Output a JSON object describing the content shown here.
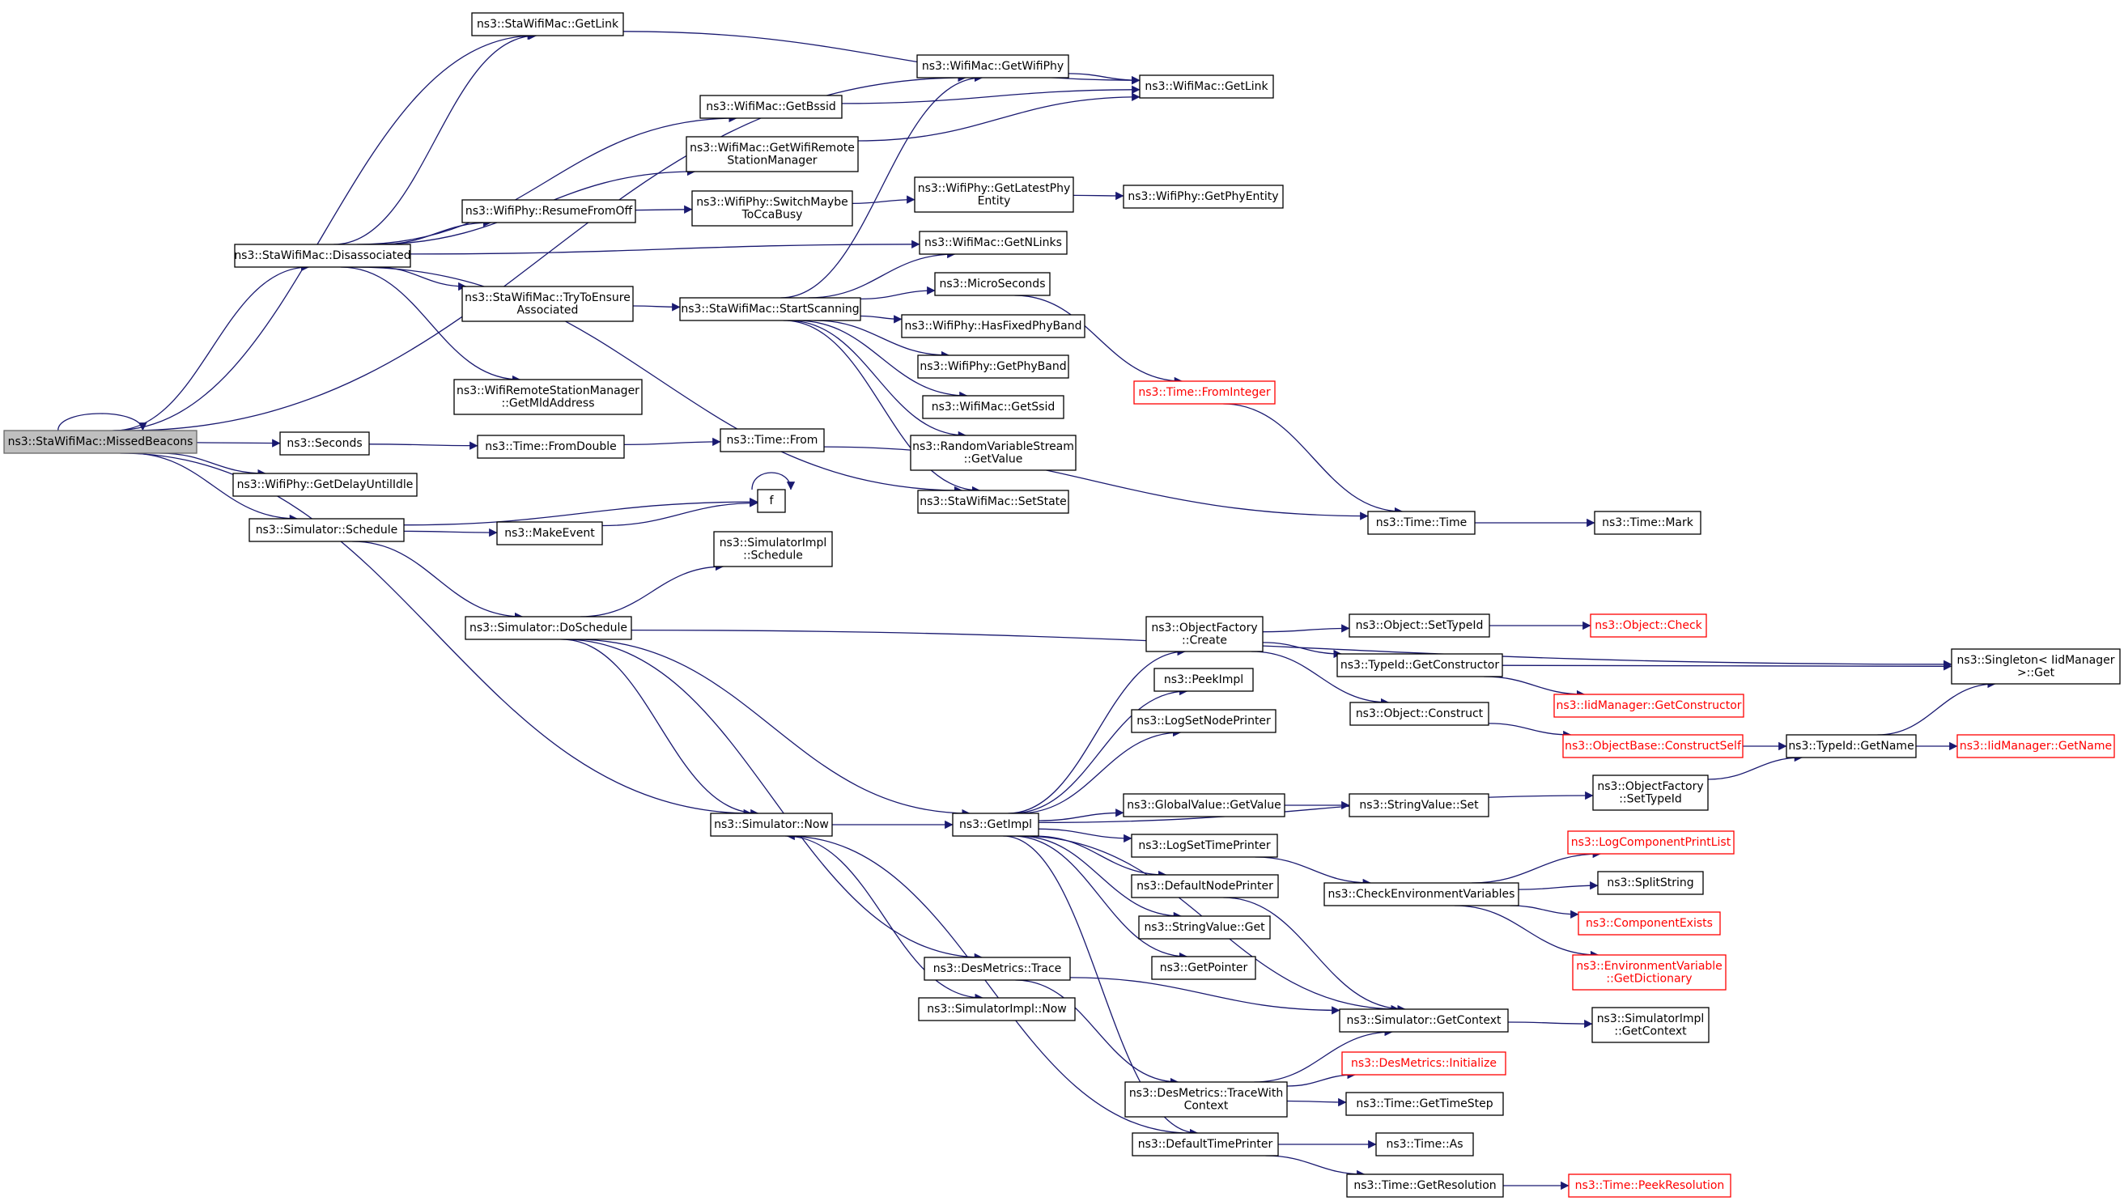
{
  "graph": {
    "nodes": [
      {
        "id": "missed",
        "lines": [
          "ns3::StaWifiMac::MissedBeacons"
        ],
        "root": true
      },
      {
        "id": "getlink_sta",
        "lines": [
          "ns3::StaWifiMac::GetLink"
        ]
      },
      {
        "id": "getwifiphy",
        "lines": [
          "ns3::WifiMac::GetWifiPhy"
        ]
      },
      {
        "id": "getlink_wm",
        "lines": [
          "ns3::WifiMac::GetLink"
        ]
      },
      {
        "id": "getbssid",
        "lines": [
          "ns3::WifiMac::GetBssid"
        ]
      },
      {
        "id": "getwrsm",
        "lines": [
          "ns3::WifiMac::GetWifiRemote",
          "StationManager"
        ]
      },
      {
        "id": "resume",
        "lines": [
          "ns3::WifiPhy::ResumeFromOff"
        ]
      },
      {
        "id": "switchmaybe",
        "lines": [
          "ns3::WifiPhy::SwitchMaybe",
          "ToCcaBusy"
        ]
      },
      {
        "id": "getlatest",
        "lines": [
          "ns3::WifiPhy::GetLatestPhy",
          "Entity"
        ]
      },
      {
        "id": "getphyentity",
        "lines": [
          "ns3::WifiPhy::GetPhyEntity"
        ]
      },
      {
        "id": "disassoc",
        "lines": [
          "ns3::StaWifiMac::Disassociated"
        ]
      },
      {
        "id": "getnlinks",
        "lines": [
          "ns3::WifiMac::GetNLinks"
        ]
      },
      {
        "id": "tryensure",
        "lines": [
          "ns3::StaWifiMac::TryToEnsure",
          "Associated"
        ]
      },
      {
        "id": "startscan",
        "lines": [
          "ns3::StaWifiMac::StartScanning"
        ]
      },
      {
        "id": "micro",
        "lines": [
          "ns3::MicroSeconds"
        ]
      },
      {
        "id": "hasfixed",
        "lines": [
          "ns3::WifiPhy::HasFixedPhyBand"
        ]
      },
      {
        "id": "getphyband",
        "lines": [
          "ns3::WifiPhy::GetPhyBand"
        ]
      },
      {
        "id": "getssid",
        "lines": [
          "ns3::WifiMac::GetSsid"
        ]
      },
      {
        "id": "rvsgetvalue",
        "lines": [
          "ns3::RandomVariableStream",
          "::GetValue"
        ]
      },
      {
        "id": "setstate",
        "lines": [
          "ns3::StaWifiMac::SetState"
        ]
      },
      {
        "id": "getmld",
        "lines": [
          "ns3::WifiRemoteStationManager",
          "::GetMldAddress"
        ]
      },
      {
        "id": "fromint",
        "lines": [
          "ns3::Time::FromInteger"
        ],
        "truncated": true
      },
      {
        "id": "seconds",
        "lines": [
          "ns3::Seconds"
        ]
      },
      {
        "id": "fromdouble",
        "lines": [
          "ns3::Time::FromDouble"
        ]
      },
      {
        "id": "timefrom",
        "lines": [
          "ns3::Time::From"
        ]
      },
      {
        "id": "getdelay",
        "lines": [
          "ns3::WifiPhy::GetDelayUntilIdle"
        ]
      },
      {
        "id": "f",
        "lines": [
          "f"
        ]
      },
      {
        "id": "simsched",
        "lines": [
          "ns3::Simulator::Schedule"
        ]
      },
      {
        "id": "makeevent",
        "lines": [
          "ns3::MakeEvent"
        ]
      },
      {
        "id": "timetime",
        "lines": [
          "ns3::Time::Time"
        ]
      },
      {
        "id": "timemark",
        "lines": [
          "ns3::Time::Mark"
        ]
      },
      {
        "id": "simimplsched",
        "lines": [
          "ns3::SimulatorImpl",
          "::Schedule"
        ]
      },
      {
        "id": "doschedule",
        "lines": [
          "ns3::Simulator::DoSchedule"
        ]
      },
      {
        "id": "objfactcreate",
        "lines": [
          "ns3::ObjectFactory",
          "::Create"
        ]
      },
      {
        "id": "settypeid",
        "lines": [
          "ns3::Object::SetTypeId"
        ]
      },
      {
        "id": "objcheck",
        "lines": [
          "ns3::Object::Check"
        ],
        "truncated": true
      },
      {
        "id": "singleton",
        "lines": [
          "ns3::Singleton< IidManager",
          ">::Get"
        ]
      },
      {
        "id": "peekimpl",
        "lines": [
          "ns3::PeekImpl"
        ]
      },
      {
        "id": "getconstructor",
        "lines": [
          "ns3::TypeId::GetConstructor"
        ]
      },
      {
        "id": "iidgetctor",
        "lines": [
          "ns3::IidManager::GetConstructor"
        ],
        "truncated": true
      },
      {
        "id": "logsetnode",
        "lines": [
          "ns3::LogSetNodePrinter"
        ]
      },
      {
        "id": "objconstruct",
        "lines": [
          "ns3::Object::Construct"
        ]
      },
      {
        "id": "constructself",
        "lines": [
          "ns3::ObjectBase::ConstructSelf"
        ],
        "truncated": true
      },
      {
        "id": "tidgetname",
        "lines": [
          "ns3::TypeId::GetName"
        ]
      },
      {
        "id": "iidgetname",
        "lines": [
          "ns3::IidManager::GetName"
        ],
        "truncated": true
      },
      {
        "id": "ofsettypeid",
        "lines": [
          "ns3::ObjectFactory",
          "::SetTypeId"
        ]
      },
      {
        "id": "simnow",
        "lines": [
          "ns3::Simulator::Now"
        ]
      },
      {
        "id": "getimpl",
        "lines": [
          "ns3::GetImpl"
        ]
      },
      {
        "id": "gvgetvalue",
        "lines": [
          "ns3::GlobalValue::GetValue"
        ]
      },
      {
        "id": "svset",
        "lines": [
          "ns3::StringValue::Set"
        ]
      },
      {
        "id": "logsettime",
        "lines": [
          "ns3::LogSetTimePrinter"
        ]
      },
      {
        "id": "logcomplist",
        "lines": [
          "ns3::LogComponentPrintList"
        ],
        "truncated": true
      },
      {
        "id": "defnodeprinter",
        "lines": [
          "ns3::DefaultNodePrinter"
        ]
      },
      {
        "id": "checkenv",
        "lines": [
          "ns3::CheckEnvironmentVariables"
        ]
      },
      {
        "id": "splitstring",
        "lines": [
          "ns3::SplitString"
        ]
      },
      {
        "id": "svget",
        "lines": [
          "ns3::StringValue::Get"
        ]
      },
      {
        "id": "compexists",
        "lines": [
          "ns3::ComponentExists"
        ],
        "truncated": true
      },
      {
        "id": "getpointer",
        "lines": [
          "ns3::GetPointer"
        ]
      },
      {
        "id": "envgetdict",
        "lines": [
          "ns3::EnvironmentVariable",
          "::GetDictionary"
        ],
        "truncated": true
      },
      {
        "id": "desmtrace",
        "lines": [
          "ns3::DesMetrics::Trace"
        ]
      },
      {
        "id": "simimplnow",
        "lines": [
          "ns3::SimulatorImpl::Now"
        ]
      },
      {
        "id": "simgetctx",
        "lines": [
          "ns3::Simulator::GetContext"
        ]
      },
      {
        "id": "simimplgetctx",
        "lines": [
          "ns3::SimulatorImpl",
          "::GetContext"
        ]
      },
      {
        "id": "desminit",
        "lines": [
          "ns3::DesMetrics::Initialize"
        ],
        "truncated": true
      },
      {
        "id": "desmtracectx",
        "lines": [
          "ns3::DesMetrics::TraceWith",
          "Context"
        ]
      },
      {
        "id": "gettimestep",
        "lines": [
          "ns3::Time::GetTimeStep"
        ]
      },
      {
        "id": "deftimeprinter",
        "lines": [
          "ns3::DefaultTimePrinter"
        ]
      },
      {
        "id": "timeas",
        "lines": [
          "ns3::Time::As"
        ]
      },
      {
        "id": "getres",
        "lines": [
          "ns3::Time::GetResolution"
        ]
      },
      {
        "id": "peekres",
        "lines": [
          "ns3::Time::PeekResolution"
        ],
        "truncated": true
      }
    ],
    "edges": [
      [
        "missed",
        "missed"
      ],
      [
        "missed",
        "getlink_sta"
      ],
      [
        "missed",
        "getwifiphy"
      ],
      [
        "missed",
        "disassoc"
      ],
      [
        "missed",
        "seconds"
      ],
      [
        "missed",
        "getdelay"
      ],
      [
        "missed",
        "simsched"
      ],
      [
        "missed",
        "simnow"
      ],
      [
        "getlink_sta",
        "getlink_wm"
      ],
      [
        "getwifiphy",
        "getlink_wm"
      ],
      [
        "getbssid",
        "getlink_wm"
      ],
      [
        "getwrsm",
        "getlink_wm"
      ],
      [
        "disassoc",
        "getlink_sta"
      ],
      [
        "disassoc",
        "getbssid"
      ],
      [
        "disassoc",
        "getwrsm"
      ],
      [
        "disassoc",
        "resume"
      ],
      [
        "disassoc",
        "getnlinks"
      ],
      [
        "disassoc",
        "tryensure"
      ],
      [
        "disassoc",
        "getmld"
      ],
      [
        "disassoc",
        "setstate"
      ],
      [
        "resume",
        "switchmaybe"
      ],
      [
        "switchmaybe",
        "getlatest"
      ],
      [
        "getlatest",
        "getphyentity"
      ],
      [
        "tryensure",
        "startscan"
      ],
      [
        "startscan",
        "getwifiphy"
      ],
      [
        "startscan",
        "getnlinks"
      ],
      [
        "startscan",
        "micro"
      ],
      [
        "startscan",
        "hasfixed"
      ],
      [
        "startscan",
        "getphyband"
      ],
      [
        "startscan",
        "getssid"
      ],
      [
        "startscan",
        "rvsgetvalue"
      ],
      [
        "startscan",
        "setstate"
      ],
      [
        "micro",
        "fromint"
      ],
      [
        "fromint",
        "timetime"
      ],
      [
        "timetime",
        "timemark"
      ],
      [
        "seconds",
        "fromdouble"
      ],
      [
        "fromdouble",
        "timefrom"
      ],
      [
        "timefrom",
        "timetime"
      ],
      [
        "f",
        "f"
      ],
      [
        "simsched",
        "f"
      ],
      [
        "simsched",
        "makeevent"
      ],
      [
        "makeevent",
        "f"
      ],
      [
        "simsched",
        "doschedule"
      ],
      [
        "doschedule",
        "simimplsched"
      ],
      [
        "doschedule",
        "singleton"
      ],
      [
        "doschedule",
        "getimpl"
      ],
      [
        "doschedule",
        "simnow"
      ],
      [
        "doschedule",
        "desmtrace"
      ],
      [
        "simnow",
        "getimpl"
      ],
      [
        "simnow",
        "simimplnow"
      ],
      [
        "getimpl",
        "objfactcreate"
      ],
      [
        "getimpl",
        "peekimpl"
      ],
      [
        "getimpl",
        "logsetnode"
      ],
      [
        "getimpl",
        "ofsettypeid"
      ],
      [
        "getimpl",
        "gvgetvalue"
      ],
      [
        "getimpl",
        "logsettime"
      ],
      [
        "getimpl",
        "defnodeprinter"
      ],
      [
        "getimpl",
        "svget"
      ],
      [
        "getimpl",
        "getpointer"
      ],
      [
        "getimpl",
        "simgetctx"
      ],
      [
        "getimpl",
        "deftimeprinter"
      ],
      [
        "objfactcreate",
        "settypeid"
      ],
      [
        "objfactcreate",
        "getconstructor"
      ],
      [
        "objfactcreate",
        "objconstruct"
      ],
      [
        "settypeid",
        "objcheck"
      ],
      [
        "getconstructor",
        "singleton"
      ],
      [
        "getconstructor",
        "iidgetctor"
      ],
      [
        "objconstruct",
        "constructself"
      ],
      [
        "constructself",
        "tidgetname"
      ],
      [
        "tidgetname",
        "singleton"
      ],
      [
        "tidgetname",
        "iidgetname"
      ],
      [
        "ofsettypeid",
        "tidgetname"
      ],
      [
        "gvgetvalue",
        "svset"
      ],
      [
        "logsettime",
        "checkenv"
      ],
      [
        "checkenv",
        "logcomplist"
      ],
      [
        "checkenv",
        "splitstring"
      ],
      [
        "checkenv",
        "compexists"
      ],
      [
        "checkenv",
        "envgetdict"
      ],
      [
        "defnodeprinter",
        "simgetctx"
      ],
      [
        "desmtrace",
        "simgetctx"
      ],
      [
        "desmtrace",
        "desmtracectx"
      ],
      [
        "simgetctx",
        "simimplgetctx"
      ],
      [
        "desmtracectx",
        "desminit"
      ],
      [
        "desmtracectx",
        "gettimestep"
      ],
      [
        "desmtracectx",
        "simgetctx"
      ],
      [
        "deftimeprinter",
        "simnow"
      ],
      [
        "deftimeprinter",
        "timeas"
      ],
      [
        "deftimeprinter",
        "getres"
      ],
      [
        "getres",
        "peekres"
      ]
    ]
  },
  "colors": {
    "edge": "#191970",
    "node_border": "#000000",
    "root_fill": "#bfbfbf",
    "truncated_border": "#ff0000",
    "background": "#ffffff"
  }
}
